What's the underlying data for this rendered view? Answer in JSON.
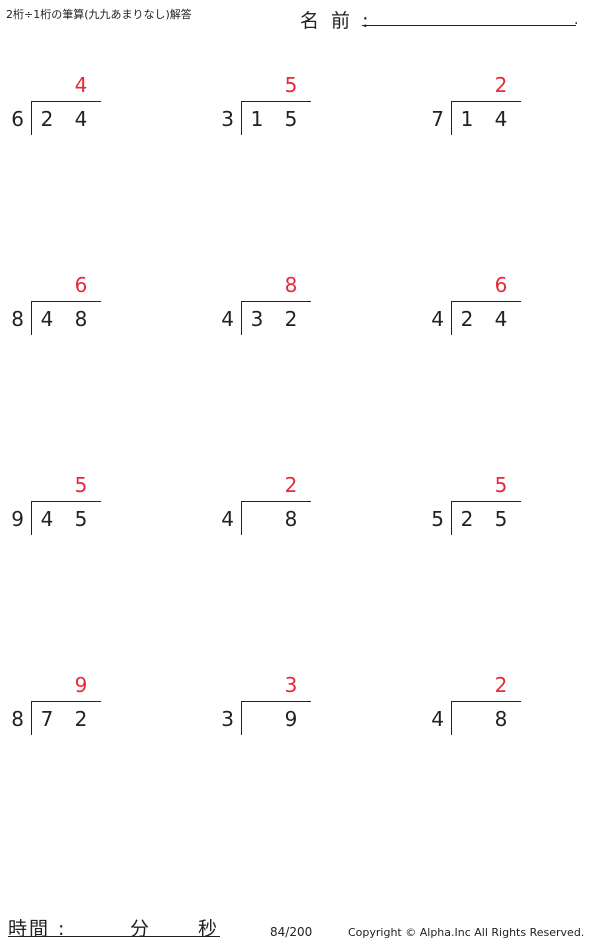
{
  "header": {
    "title": "2桁÷1桁の筆算(九九あまりなし)解答",
    "name_label": "名 前 :",
    "name_dot": "."
  },
  "problems": [
    {
      "divisor": "6",
      "tens": "2",
      "ones": "4",
      "answer": "4"
    },
    {
      "divisor": "3",
      "tens": "1",
      "ones": "5",
      "answer": "5"
    },
    {
      "divisor": "7",
      "tens": "1",
      "ones": "4",
      "answer": "2"
    },
    {
      "divisor": "8",
      "tens": "4",
      "ones": "8",
      "answer": "6"
    },
    {
      "divisor": "4",
      "tens": "3",
      "ones": "2",
      "answer": "8"
    },
    {
      "divisor": "4",
      "tens": "2",
      "ones": "4",
      "answer": "6"
    },
    {
      "divisor": "9",
      "tens": "4",
      "ones": "5",
      "answer": "5"
    },
    {
      "divisor": "4",
      "tens": "",
      "ones": "8",
      "answer": "2"
    },
    {
      "divisor": "5",
      "tens": "2",
      "ones": "5",
      "answer": "5"
    },
    {
      "divisor": "8",
      "tens": "7",
      "ones": "2",
      "answer": "9"
    },
    {
      "divisor": "3",
      "tens": "",
      "ones": "9",
      "answer": "3"
    },
    {
      "divisor": "4",
      "tens": "",
      "ones": "8",
      "answer": "2"
    }
  ],
  "footer": {
    "time_label": "時間 :",
    "minutes_label": "分",
    "seconds_label": "秒",
    "page_number": "84/200",
    "copyright": "Copyright © Alpha.Inc All Rights Reserved."
  },
  "colors": {
    "answer": "#e8283c",
    "text": "#222222"
  }
}
